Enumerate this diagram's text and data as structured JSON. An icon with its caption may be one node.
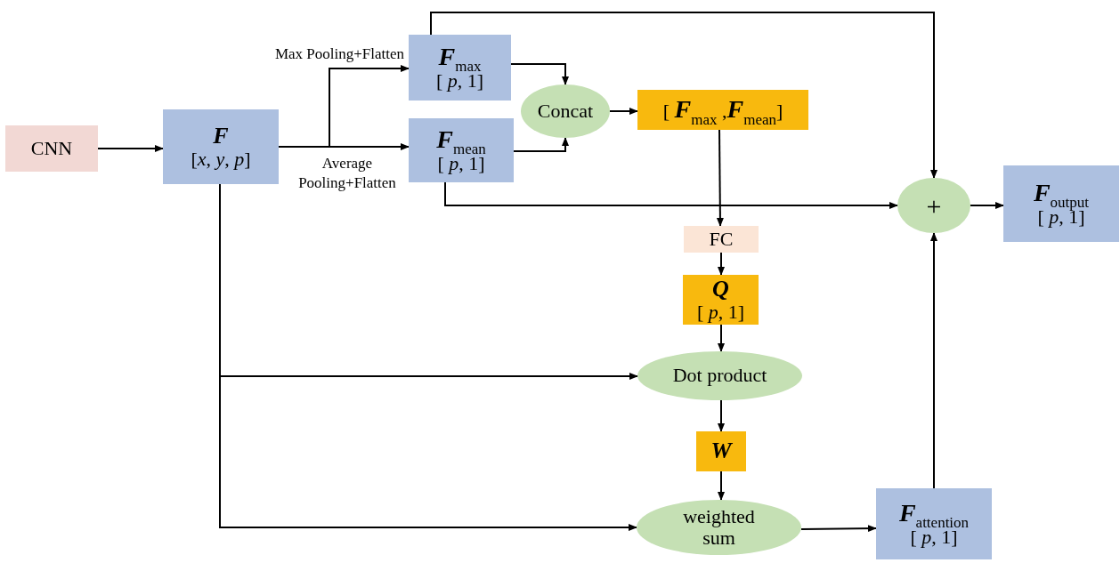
{
  "diagram": {
    "nodes": [
      {
        "text": [
          "CNN"
        ]
      },
      {
        "text": [
          "F",
          "[*x*, *y*, *p*]"
        ]
      },
      {
        "text": [
          "**F**$_{max}$",
          "[ *p*, 1]"
        ]
      },
      {
        "text": [
          "**F**$_{mean}$",
          "[ *p*, 1]"
        ]
      },
      {
        "text": [
          "Concat"
        ]
      },
      {
        "text": [
          "[ **F**$_{max}$ ,**F**$_{mean}$]"
        ]
      },
      {
        "text": [
          "FC"
        ]
      },
      {
        "text": [
          "Q",
          "[ *p*, 1]"
        ]
      },
      {
        "text": [
          "Dot product"
        ]
      },
      {
        "text": [
          "W"
        ]
      },
      {
        "text": [
          "weighted sum"
        ]
      },
      {
        "text": [
          "**F**$_{attention}$",
          "[ *p*, 1]"
        ]
      },
      {
        "text": [
          "+"
        ]
      },
      {
        "text": [
          "**F**$_{output}$",
          "[ *p*, 1]"
        ]
      }
    ],
    "edges": [
      {
        "from": 0,
        "to": 1,
        "arrow": "to"
      },
      {
        "from": 1,
        "to": 2,
        "arrow": "to",
        "label": "Max Pooling+Flatten"
      },
      {
        "from": 1,
        "to": 3,
        "arrow": "to",
        "label": "Average Pooling+Flatten"
      },
      {
        "from": 2,
        "to": 4,
        "arrow": "to"
      },
      {
        "from": 3,
        "to": 4,
        "arrow": "to"
      },
      {
        "from": 4,
        "to": 5,
        "arrow": "to"
      },
      {
        "from": 5,
        "to": 6,
        "arrow": "to"
      },
      {
        "from": 6,
        "to": 7,
        "arrow": "to"
      },
      {
        "from": 7,
        "to": 8,
        "arrow": "to"
      },
      {
        "from": 8,
        "to": 9,
        "arrow": "to"
      },
      {
        "from": 9,
        "to": 10,
        "arrow": "to"
      },
      {
        "from": 10,
        "to": 11,
        "arrow": "to"
      },
      {
        "from": 11,
        "to": 12,
        "arrow": "to"
      },
      {
        "from": 2,
        "to": 12,
        "arrow": "to"
      },
      {
        "from": 3,
        "to": 12,
        "arrow": "to"
      },
      {
        "from": 12,
        "to": 13,
        "arrow": "to"
      },
      {
        "from": 1,
        "to": 8,
        "arrow": "to"
      },
      {
        "from": 1,
        "to": 10,
        "arrow": "to"
      }
    ]
  }
}
